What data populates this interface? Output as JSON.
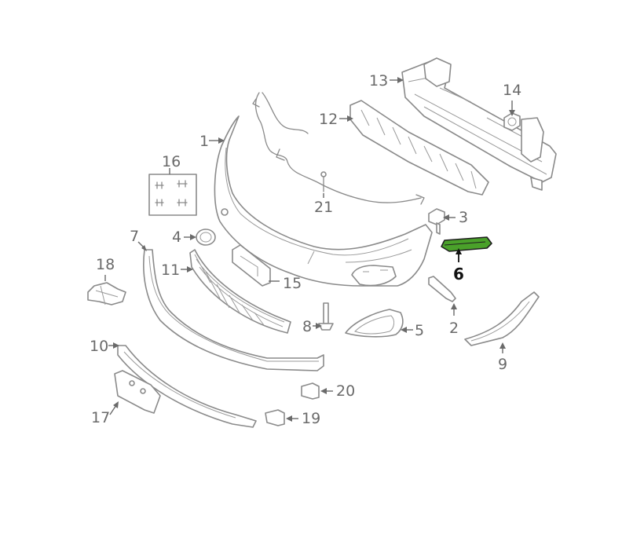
{
  "diagram": {
    "highlight_color": "#4aa12a",
    "callouts": [
      {
        "id": "p1",
        "label": "1"
      },
      {
        "id": "p2",
        "label": "2"
      },
      {
        "id": "p3",
        "label": "3"
      },
      {
        "id": "p4",
        "label": "4"
      },
      {
        "id": "p5",
        "label": "5"
      },
      {
        "id": "p6",
        "label": "6",
        "highlighted": true
      },
      {
        "id": "p7",
        "label": "7"
      },
      {
        "id": "p8",
        "label": "8"
      },
      {
        "id": "p9",
        "label": "9"
      },
      {
        "id": "p10",
        "label": "10"
      },
      {
        "id": "p11",
        "label": "11"
      },
      {
        "id": "p12",
        "label": "12"
      },
      {
        "id": "p13",
        "label": "13"
      },
      {
        "id": "p14",
        "label": "14"
      },
      {
        "id": "p15",
        "label": "15"
      },
      {
        "id": "p16",
        "label": "16"
      },
      {
        "id": "p17",
        "label": "17"
      },
      {
        "id": "p18",
        "label": "18"
      },
      {
        "id": "p19",
        "label": "19"
      },
      {
        "id": "p20",
        "label": "20"
      },
      {
        "id": "p21",
        "label": "21"
      }
    ]
  }
}
